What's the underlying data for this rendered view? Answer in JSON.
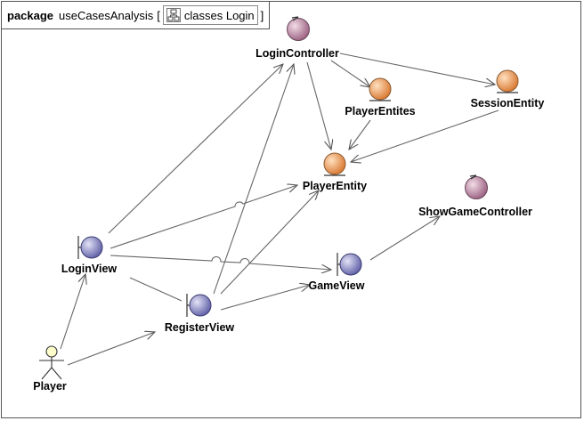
{
  "frame": {
    "keyword": "package",
    "name": "useCasesAnalysis",
    "open_bracket": "[",
    "diagram_ref": "classes Login",
    "close_bracket": "]",
    "diagram_icon": "class-diagram-icon"
  },
  "elements": {
    "login_controller": {
      "label": "LoginController",
      "kind": "controller-icon"
    },
    "player_entites": {
      "label": "PlayerEntites",
      "kind": "entity-icon"
    },
    "session_entity": {
      "label": "SessionEntity",
      "kind": "entity-icon"
    },
    "player_entity": {
      "label": "PlayerEntity",
      "kind": "entity-icon"
    },
    "show_game_controller": {
      "label": "ShowGameController",
      "kind": "controller-icon"
    },
    "login_view": {
      "label": "LoginView",
      "kind": "boundary-icon"
    },
    "game_view": {
      "label": "GameView",
      "kind": "boundary-icon"
    },
    "register_view": {
      "label": "RegisterView",
      "kind": "boundary-icon"
    },
    "player": {
      "label": "Player",
      "kind": "actor-icon"
    }
  },
  "colors": {
    "controller": "#a8708e",
    "entity": "#e08a4a",
    "boundary": "#7070b0",
    "actor": "#ffffcc",
    "line": "#555555"
  }
}
